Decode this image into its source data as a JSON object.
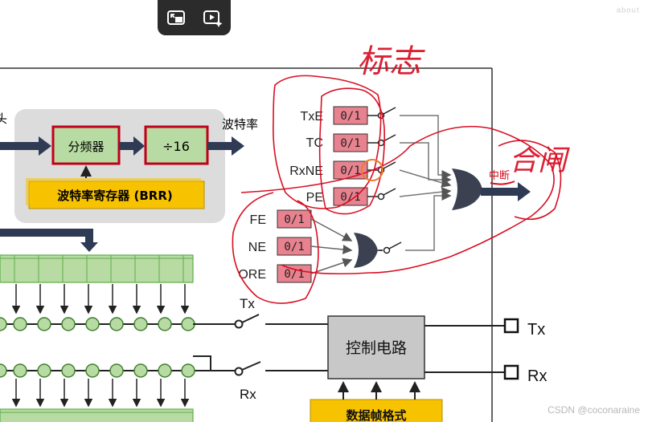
{
  "diagram": {
    "flags_annotation": "标志",
    "and_annotation": "合闸",
    "baud_rate_label": "波特率",
    "divider_label": "分频器",
    "div16_label": "÷16",
    "brr_label": "波特率寄存器 (BRR)",
    "flags": [
      {
        "name": "TxE",
        "value": "0/1"
      },
      {
        "name": "TC",
        "value": "0/1"
      },
      {
        "name": "RxNE",
        "value": "0/1"
      },
      {
        "name": "PE",
        "value": "0/1"
      },
      {
        "name": "FE",
        "value": "0/1"
      },
      {
        "name": "NE",
        "value": "0/1"
      },
      {
        "name": "ORE",
        "value": "0/1"
      }
    ],
    "interrupt_label": "中断",
    "tx_switch_label": "Tx",
    "rx_switch_label": "Rx",
    "control_circuit_label": "控制电路",
    "tx_pin_label": "Tx",
    "rx_pin_label": "Rx",
    "frame_format_label": "数据帧格式",
    "left_cut_label": "头"
  },
  "toolbar": {
    "icons": [
      "picture-in-picture-icon",
      "video-sparkle-icon"
    ]
  },
  "watermark": {
    "top": "ᵃᵇᵒᵘᵗ",
    "bottom": "CSDN @coconaraine"
  },
  "colors": {
    "register_fill": "#e8828f",
    "green_fill": "#b7dba2",
    "green_stroke": "#c0001a",
    "brr_fill": "#f7c200",
    "panel_gray": "#dcdcdc",
    "control_gray": "#c8c8c8",
    "ink_red": "#d80f23",
    "arrow_navy": "#2f3b55"
  }
}
